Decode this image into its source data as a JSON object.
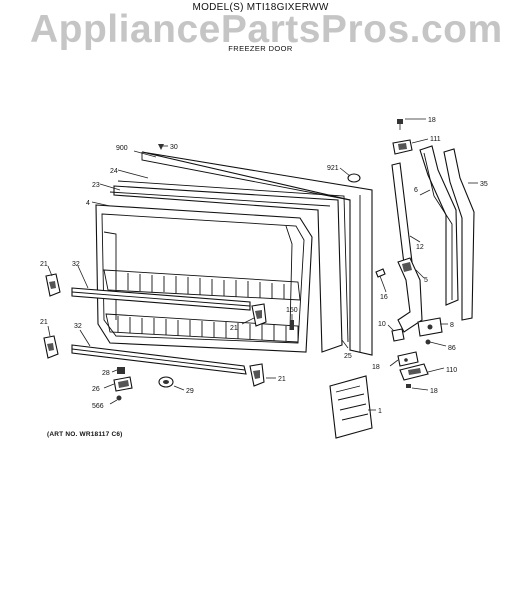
{
  "header": {
    "model": "MODEL(S) MTI18GIXERWW",
    "section": "FREEZER DOOR",
    "watermark": "AppliancePartsPros.com"
  },
  "footer": {
    "art_number": "(ART NO. WR18117 C6)"
  },
  "callouts": [
    "900",
    "30",
    "24",
    "23",
    "4",
    "921",
    "18",
    "111",
    "6",
    "35",
    "12",
    "16",
    "5",
    "21",
    "32",
    "150",
    "25",
    "10",
    "8",
    "86",
    "18",
    "110",
    "21",
    "32",
    "21",
    "28",
    "26",
    "566",
    "29",
    "18",
    "1"
  ]
}
